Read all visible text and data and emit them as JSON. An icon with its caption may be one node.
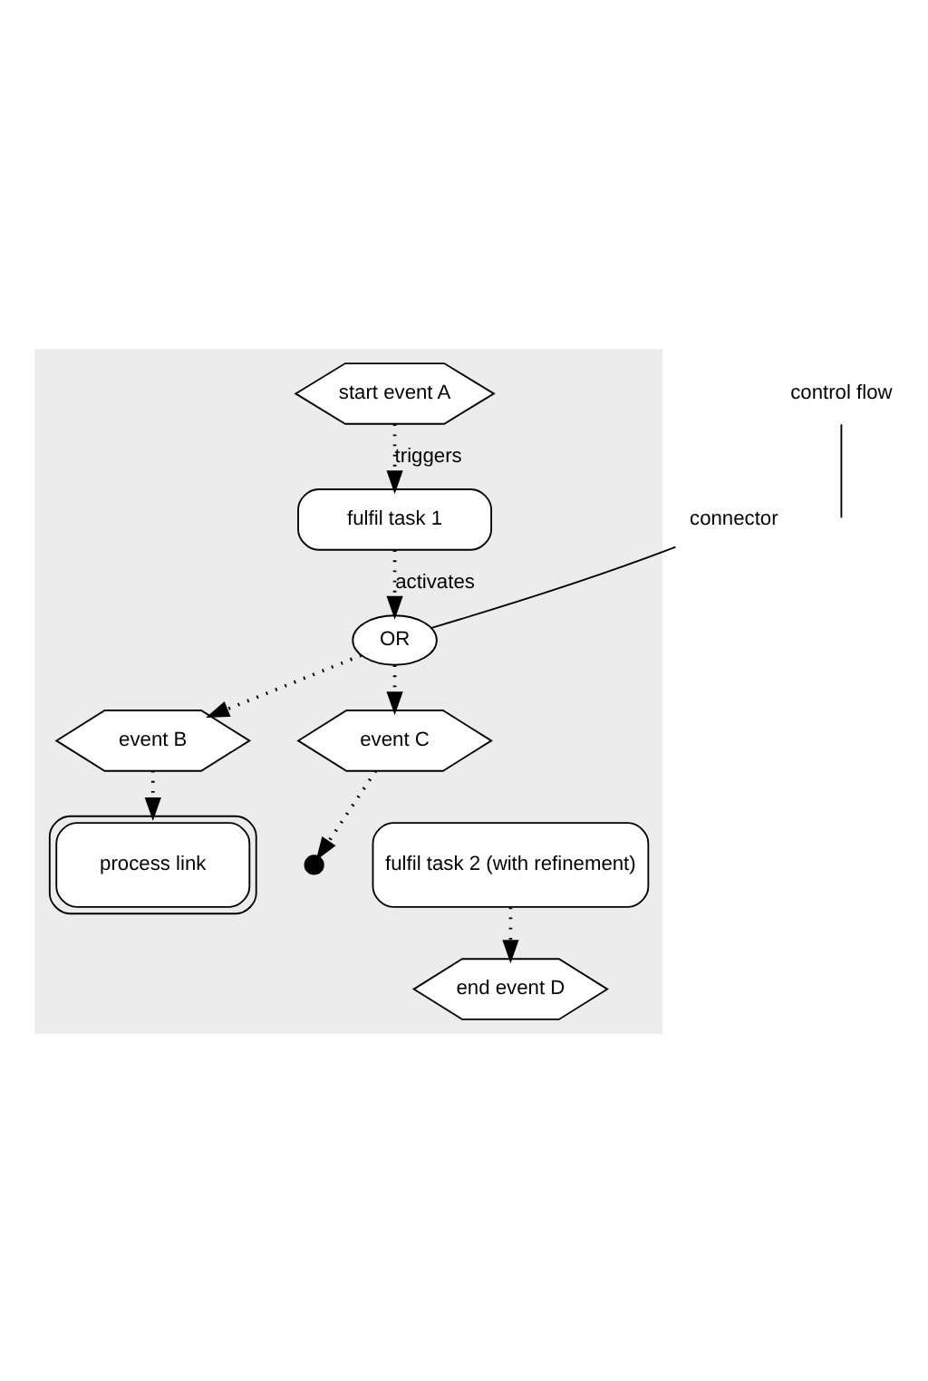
{
  "diagram": {
    "nodes": [
      {
        "text": [],
        "shape": "box"
      },
      {
        "text": [
          "control flow"
        ]
      },
      {
        "text": [
          "connector"
        ]
      },
      {
        "text": [
          "start event A"
        ],
        "in": 0
      },
      {
        "text": [
          "fulfil task 1"
        ],
        "in": 0
      },
      {
        "text": [
          "OR"
        ],
        "in": 0
      },
      {
        "text": [
          "event B"
        ],
        "in": 0
      },
      {
        "text": [
          "event C"
        ],
        "in": 0
      },
      {
        "text": [
          "process link"
        ],
        "in": 0
      },
      {
        "text": [],
        "shape": "circle",
        "in": 0
      },
      {
        "text": [
          "fulfil task 2 (with refinement)"
        ],
        "in": 0
      },
      {
        "text": [
          "end event D"
        ],
        "in": 0
      }
    ],
    "edges": [
      {
        "from": 3,
        "to": 4,
        "arrow": "to",
        "label": "triggers",
        "style": "dashed"
      },
      {
        "from": 4,
        "to": 5,
        "arrow": "to",
        "label": "activates",
        "style": "dashed"
      },
      {
        "from": 5,
        "to": 6,
        "arrow": "to",
        "style": "dashed"
      },
      {
        "from": 5,
        "to": 7,
        "arrow": "to",
        "style": "dashed"
      },
      {
        "from": 6,
        "to": 8,
        "arrow": "to",
        "style": "dashed"
      },
      {
        "from": 7,
        "to": 9,
        "arrow": "to",
        "style": "dashed"
      },
      {
        "from": 10,
        "to": 11,
        "arrow": "to",
        "style": "dashed"
      },
      {
        "from": 1,
        "to": null,
        "arrow": "none"
      },
      {
        "from": 2,
        "to": 5,
        "arrow": "none"
      }
    ]
  }
}
